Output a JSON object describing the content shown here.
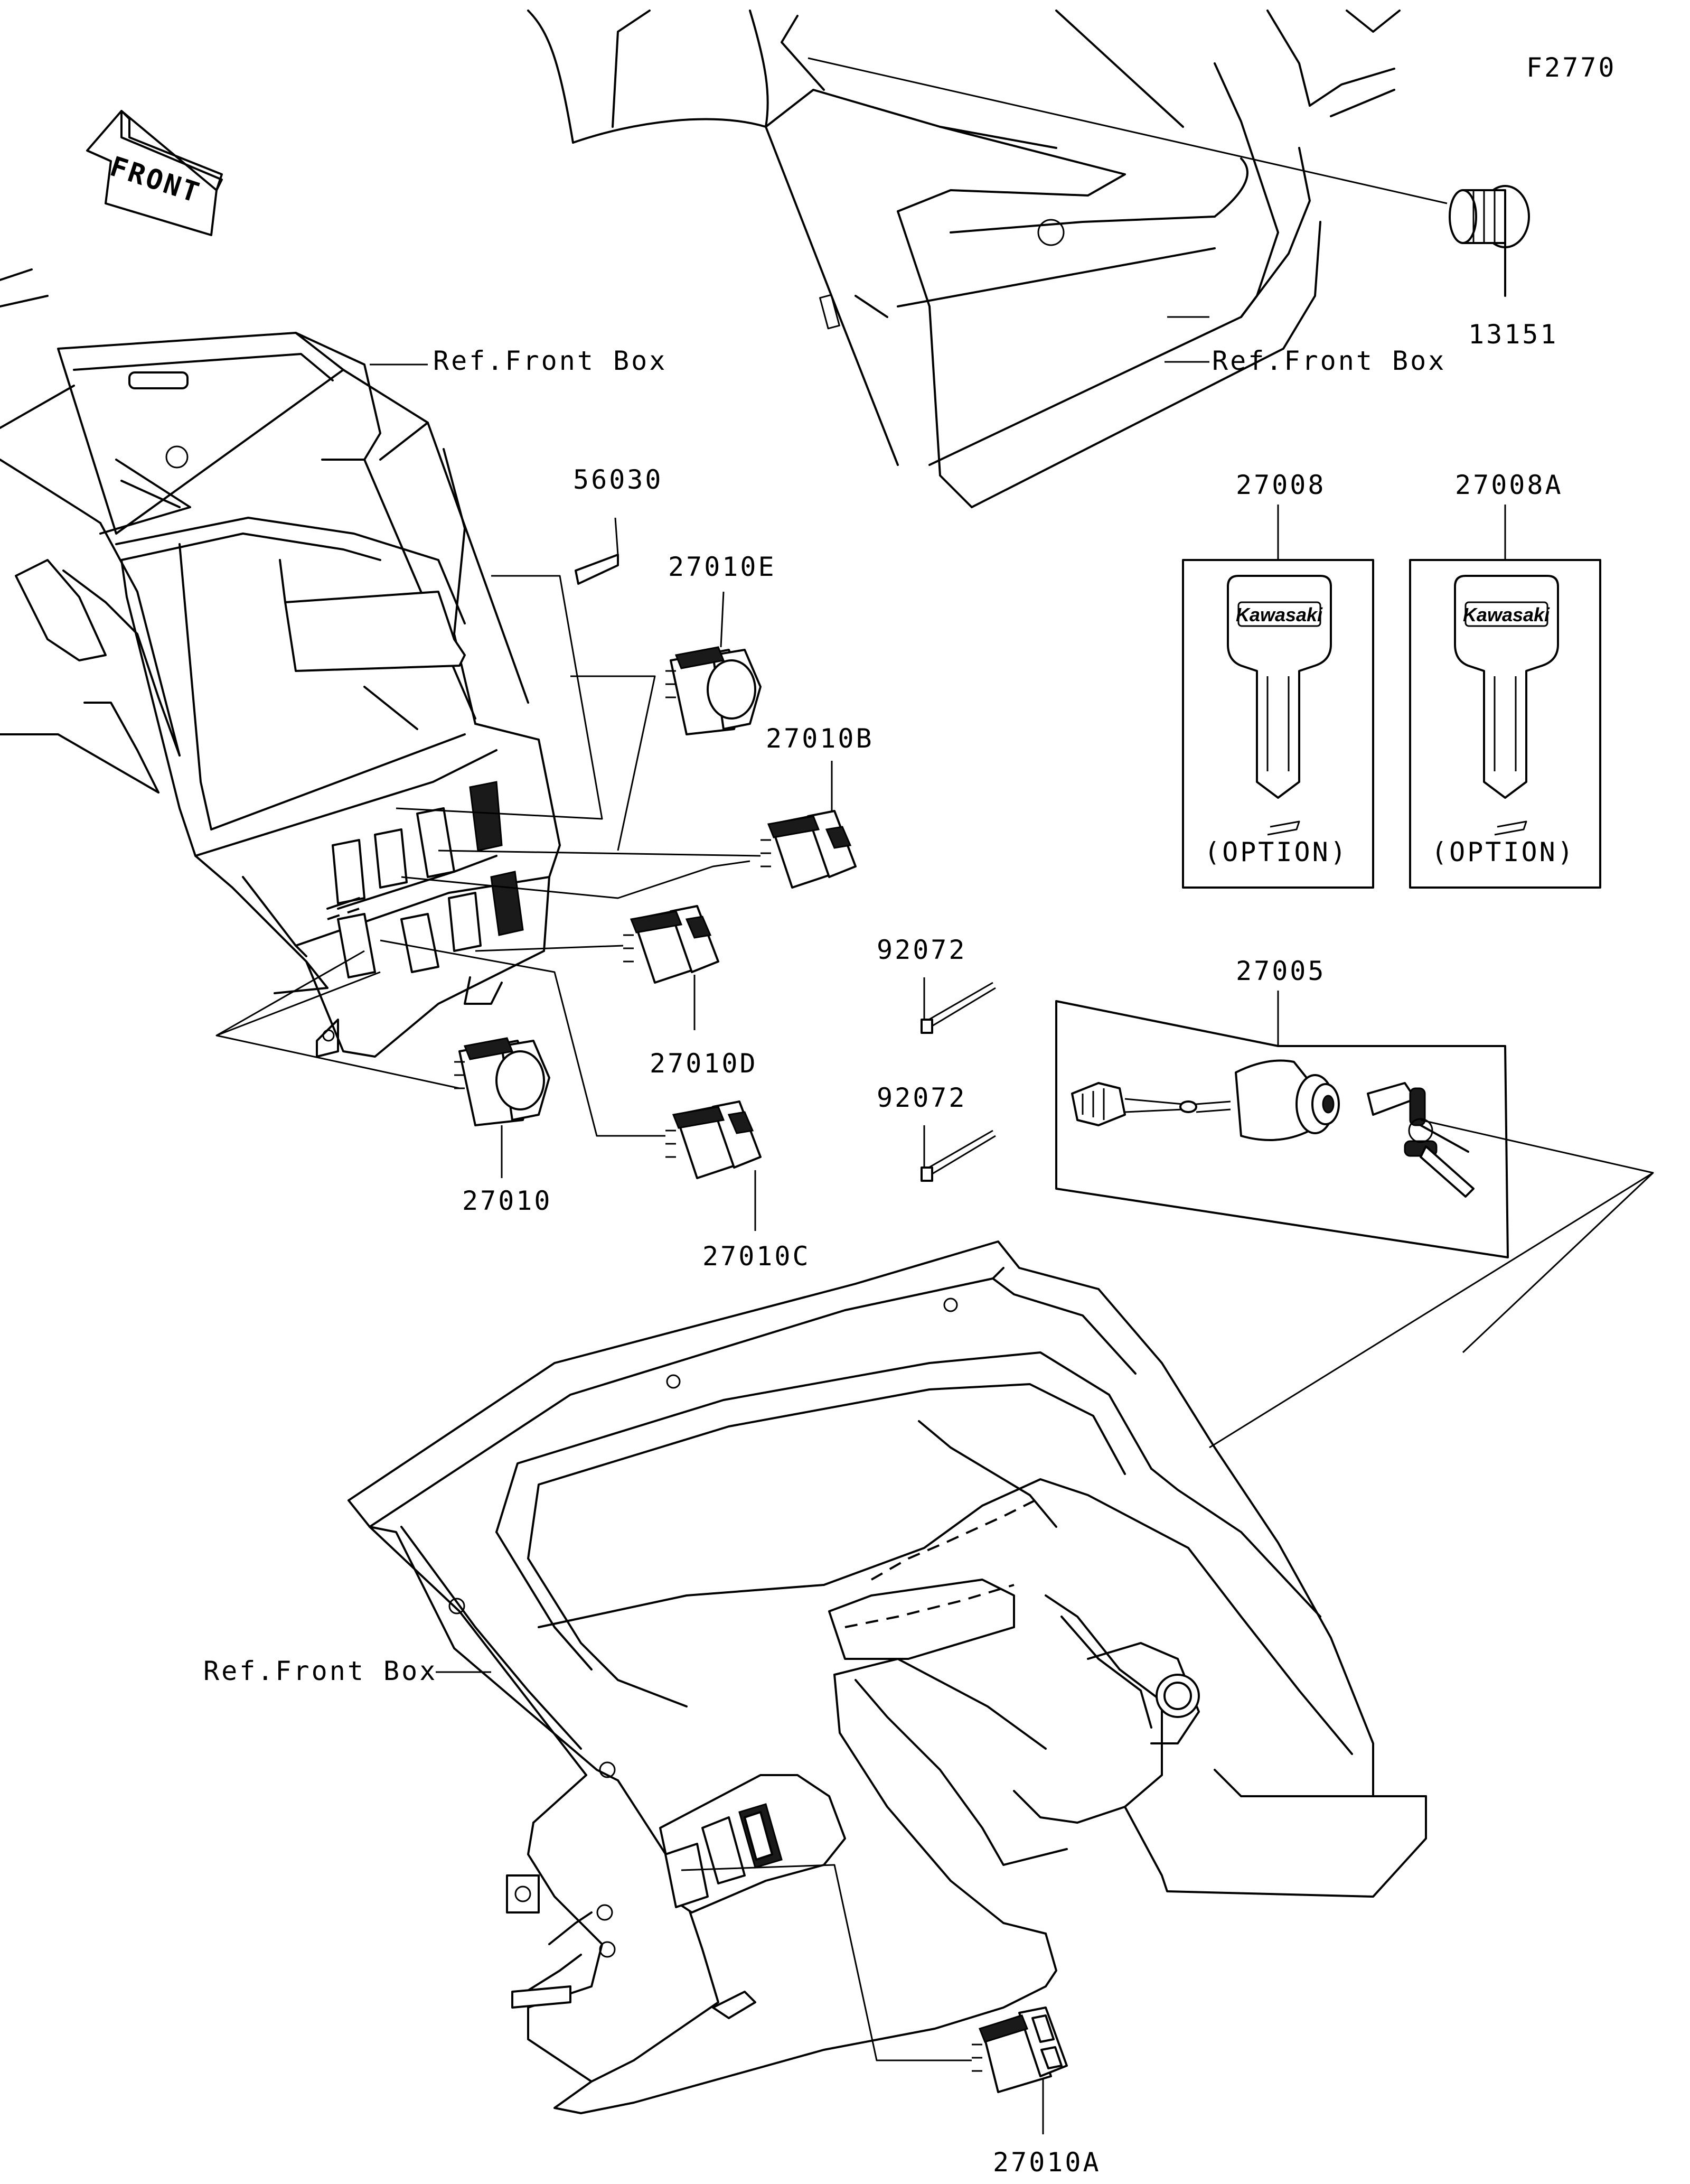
{
  "diagram": {
    "figure_code": "F2770",
    "front_arrow_text": "FRONT",
    "key_brand": "Kawasaki",
    "labels": {
      "ref_front_box_1": "Ref.Front Box",
      "ref_front_box_2": "Ref.Front Box",
      "ref_front_box_3": "Ref.Front Box",
      "p13151": "13151",
      "p56030": "56030",
      "p27010E": "27010E",
      "p27010B": "27010B",
      "p27010D": "27010D",
      "p27010": "27010",
      "p27010C": "27010C",
      "p27010A": "27010A",
      "p27008": "27008",
      "p27008A": "27008A",
      "option_1": "(OPTION)",
      "option_2": "(OPTION)",
      "p92072_1": "92072",
      "p92072_2": "92072",
      "p27005": "27005"
    }
  }
}
